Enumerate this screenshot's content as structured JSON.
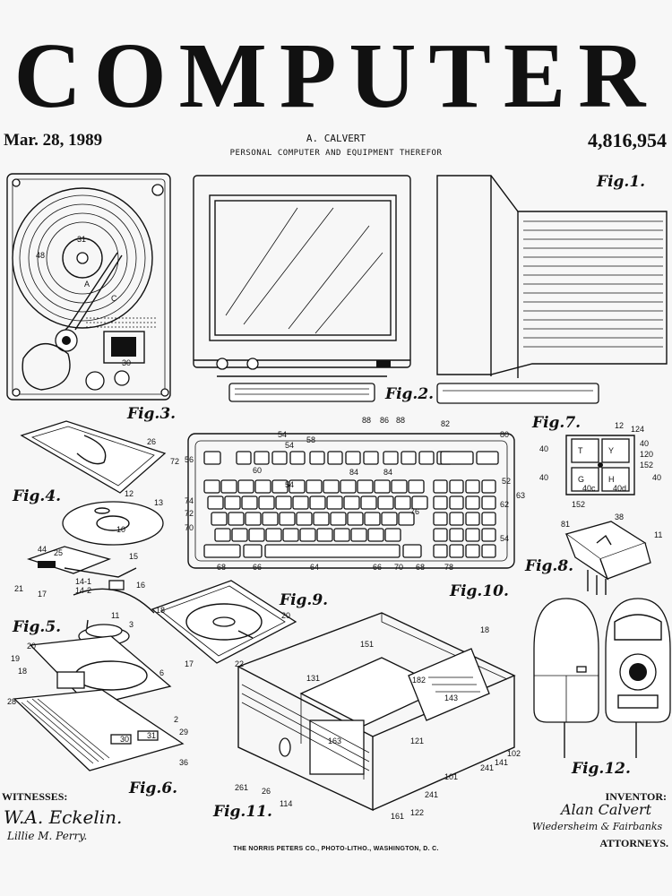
{
  "sheet": {
    "title": "COMPUTER",
    "date": "Mar. 28, 1989",
    "patent_number": "4,816,954",
    "inventor_name": "A. CALVERT",
    "subtitle": "PERSONAL COMPUTER AND EQUIPMENT THEREFOR",
    "witnesses_label": "WITNESSES:",
    "inventor_label": "INVENTOR:",
    "attorneys_label": "ATTORNEYS.",
    "footer": "THE NORRIS PETERS CO., PHOTO-LITHO., WASHINGTON, D. C."
  },
  "figures": {
    "fig1": "Fig.1.",
    "fig2": "Fig.2.",
    "fig3": "Fig.3.",
    "fig4": "Fig.4.",
    "fig5": "Fig.5.",
    "fig6": "Fig.6.",
    "fig7": "Fig.7.",
    "fig8": "Fig.8.",
    "fig9": "Fig.9.",
    "fig10": "Fig.10.",
    "fig11": "Fig.11.",
    "fig12": "Fig.12."
  },
  "signatures": {
    "witness1": "W.A. Eckelin.",
    "witness2": "Lillie M. Perry.",
    "inventor": "Alan Calvert",
    "attorneys": "Wiedersheim & Fairbanks"
  },
  "keyboard_refs": {
    "top": [
      "54",
      "58",
      "54",
      "88",
      "86",
      "88",
      "82",
      "80"
    ],
    "left": [
      "56",
      "74",
      "72",
      "70"
    ],
    "inner": [
      "60",
      "54",
      "76",
      "84",
      "84"
    ],
    "bottom": [
      "68",
      "66",
      "64",
      "66",
      "70",
      "68",
      "78"
    ],
    "right": [
      "52",
      "63",
      "62",
      "54"
    ]
  },
  "fig7_keys": [
    "T",
    "Y",
    "G",
    "H"
  ],
  "fig7_refs": [
    "12",
    "124",
    "40",
    "40",
    "120",
    "152",
    "40",
    "40",
    "40c",
    "40d",
    "152"
  ]
}
